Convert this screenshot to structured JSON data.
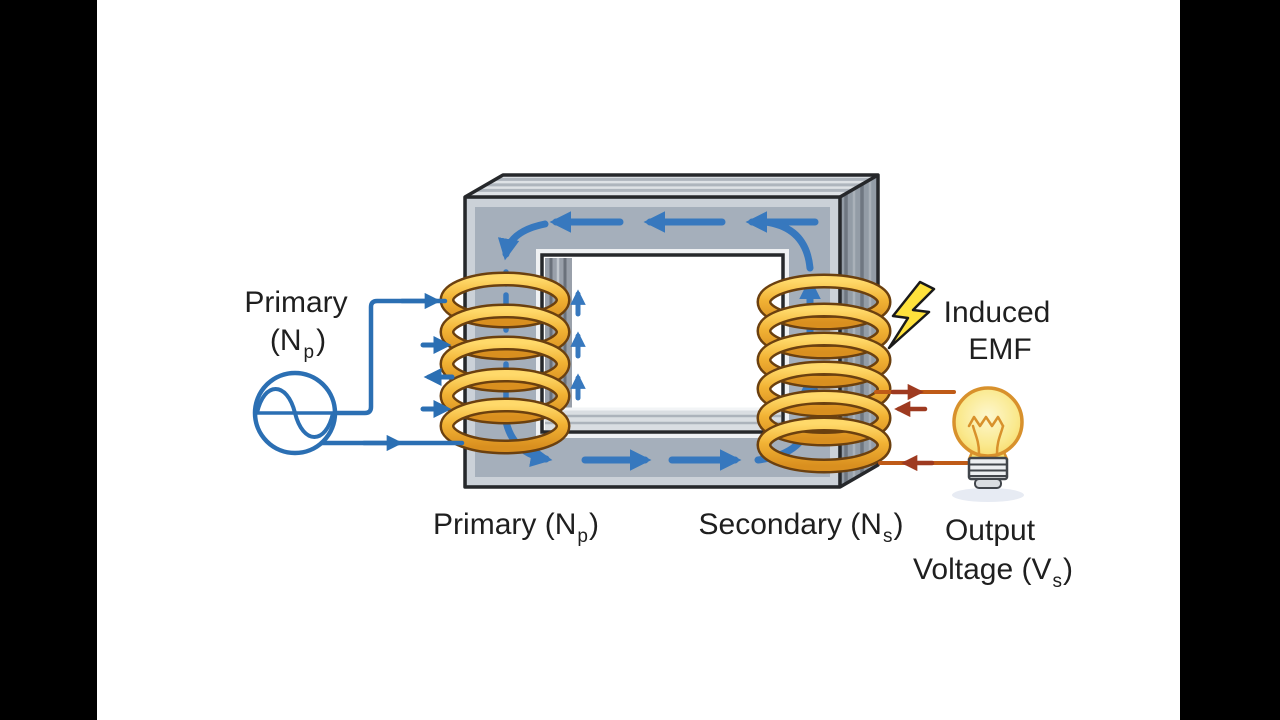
{
  "scene": {
    "description": "Transformer diagram with laminated iron core, primary and secondary coils, AC source, magnetic flux arrows, lightning bolt and light bulb",
    "letterbox_color": "#000000",
    "background": "#ffffff"
  },
  "labels": {
    "source": {
      "line1": "Primary",
      "open": "(N",
      "sub": "p",
      "close": ")"
    },
    "primary_winding": {
      "main": "Primary (N",
      "sub": "p",
      "close": ")"
    },
    "secondary_winding": {
      "main": "Secondary (N",
      "sub": "s",
      "close": ")"
    },
    "output_voltage": {
      "line1": "Output",
      "line2_main": "Voltage (V",
      "line2_sub": "s",
      "line2_close": ")"
    },
    "induced_emf": {
      "line1": "Induced",
      "line2": "EMF"
    }
  },
  "icons": {
    "ac_source": "circle with sine wave",
    "lightning_bolt": "yellow lightning bolt",
    "light_bulb": "glowing incandescent bulb"
  },
  "colors": {
    "outline": "#26282b",
    "core_front": "#a5afbb",
    "core_front_highlight": "#cbd1d8",
    "core_top": "#dee2e6",
    "core_side": "#939ca6",
    "lamination_dark": "#6f7781",
    "flux_blue": "#3778be",
    "circuit_blue": "#2b6fb3",
    "coil_gold": "#f5bd3e",
    "coil_outline": "#6b400f",
    "secondary_wire": "#bf5b17",
    "secondary_arrow": "#9e3a20",
    "bolt_yellow": "#ffe23c",
    "bulb_glass": "#fae98e",
    "bulb_outline": "#d8912c"
  }
}
